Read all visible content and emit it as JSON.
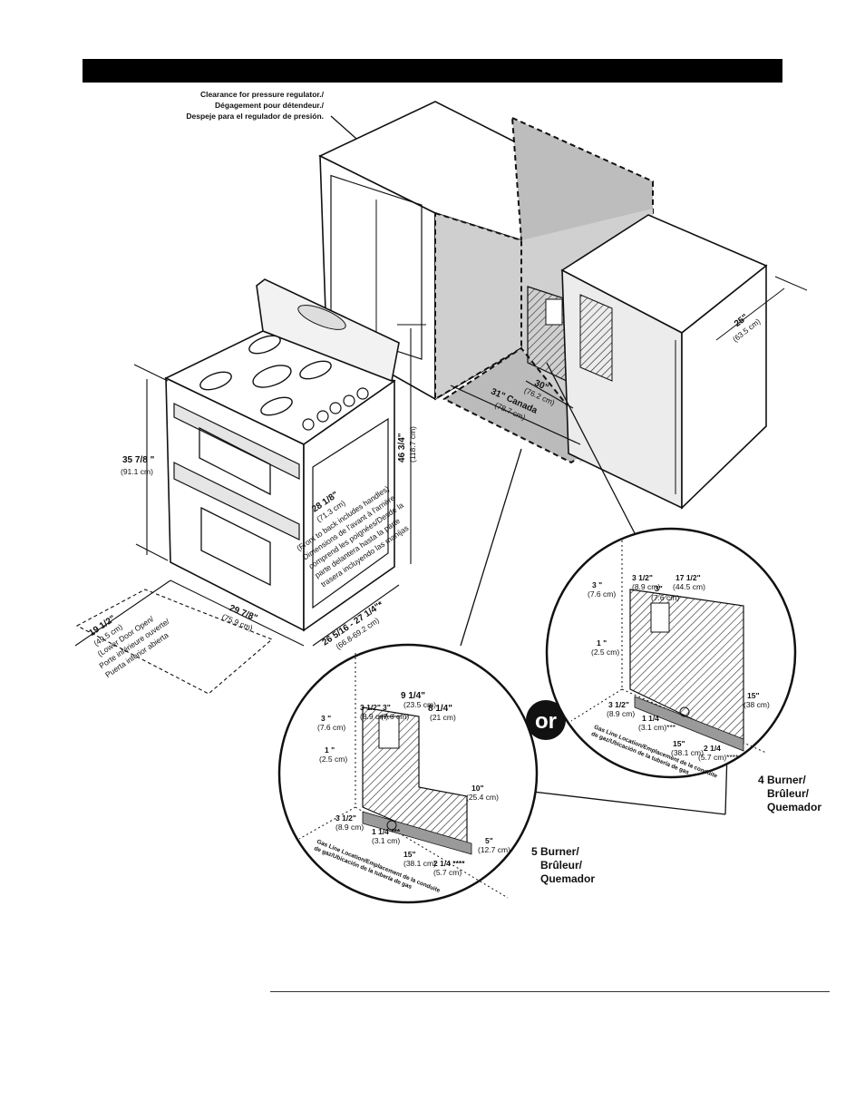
{
  "callout_regulator": {
    "line1": "Clearance for pressure regulator./",
    "line2": "Dégagement pour détendeur./",
    "line3": "Despeje para el regulador de presión."
  },
  "range_dims": {
    "height_main": "35 7/8 \"",
    "height_main_cm": "(91.1 cm)",
    "height_total": "46 3/4\"",
    "height_total_cm": "(118.7 cm)",
    "width": "29 7/8\"",
    "width_cm": "(75.9 cm)",
    "depth_range": "26 5/16 - 27 1/4\"*",
    "depth_range_cm": "(66.8-69.2 cm)",
    "door_open": "19 1/2\"",
    "door_open_cm": "(49.5 cm)",
    "door_open_note1": "(Lower Door Open/",
    "door_open_note2": "Porte inférieure ouverte/",
    "door_open_note3": "Puerta inferior abierta",
    "depth_handles": "28 1/8\"",
    "depth_handles_cm": "(71.3 cm)",
    "depth_note1": "(Front to back includes handles)",
    "depth_note2": "Dimensions de l'avant à l'arrière",
    "depth_note3": "comprend les poignées/Desde la",
    "depth_note4": "parte delantera hasta la parte",
    "depth_note5": "trasera incluyendo las manijas"
  },
  "cutout_dims": {
    "width": "30\"",
    "width_cm": "(76.2 cm)",
    "width_canada": "31\" Canada",
    "width_canada_cm": "(78.7 cm)",
    "counter_depth": "25\"",
    "counter_depth_cm": "(63.5 cm)"
  },
  "or_badge": "or",
  "five_burner": {
    "title1": "5 Burner/",
    "title2": "Brûleur/",
    "title3": "Quemador",
    "d_9_1_4": "9 1/4\"",
    "d_9_1_4_cm": "(23.5 cm)",
    "d_3_1_2": "3 1/2\"",
    "d_3_1_2_cm": "(8.9 cm)",
    "d_3a": "3 \"",
    "d_3a_cm": "(7.6 cm)",
    "d_3b": "3\"",
    "d_3b_cm": "(7.6 cm)",
    "d_8_1_4": "8 1/4\"",
    "d_8_1_4_cm": "(21 cm)",
    "d_1": "1 \"",
    "d_1_cm": "(2.5 cm)",
    "d_10": "10\"",
    "d_10_cm": "(25.4 cm)",
    "d_5": "5\"",
    "d_5_cm": "(12.7 cm)",
    "d_3_1_2_low": "3 1/2\"",
    "d_3_1_2_low_cm": "(8.9 cm)",
    "d_1_1_4": "1 1/4 ***",
    "d_1_1_4_cm": "(3.1 cm)",
    "d_15": "15\"",
    "d_15_cm": "(38.1 cm)",
    "d_2_1_4": "2 1/4 ****",
    "d_2_1_4_cm": "(5.7 cm)",
    "gas_line1": "Gas Line Location/Emplacement de la conduite",
    "gas_line2": "de gaz/Ubicación de la tubería de gas"
  },
  "four_burner": {
    "title1": "4 Burner/",
    "title2": "Brûleur/",
    "title3": "Quemador",
    "d_17_1_2": "17 1/2\"",
    "d_17_1_2_cm": "(44.5 cm)",
    "d_3_1_2": "3 1/2\"",
    "d_3_1_2_cm": "(8.9 cm)",
    "d_3a": "3\"",
    "d_3a_cm": "(7.6 cm)",
    "d_3b": "3 \"",
    "d_3b_cm": "(7.6 cm)",
    "d_1": "1 \"",
    "d_1_cm": "(2.5 cm)",
    "d_15v": "15\"",
    "d_15v_cm": "(38 cm)",
    "d_3_1_2_low": "3 1/2\"",
    "d_3_1_2_low_cm": "(8.9 cm)",
    "d_1_1_4": "1 1/4",
    "d_1_1_4_cm": "(3.1 cm)***",
    "d_15": "15\"",
    "d_15_cm": "(38.1 cm)",
    "d_2_1_4": "2 1/4",
    "d_2_1_4_cm": "(5.7 cm)****",
    "gas_line1": "Gas Line Location/Emplacement de la conduite",
    "gas_line2": "de gaz/Ubicación de la tubería de gas"
  }
}
